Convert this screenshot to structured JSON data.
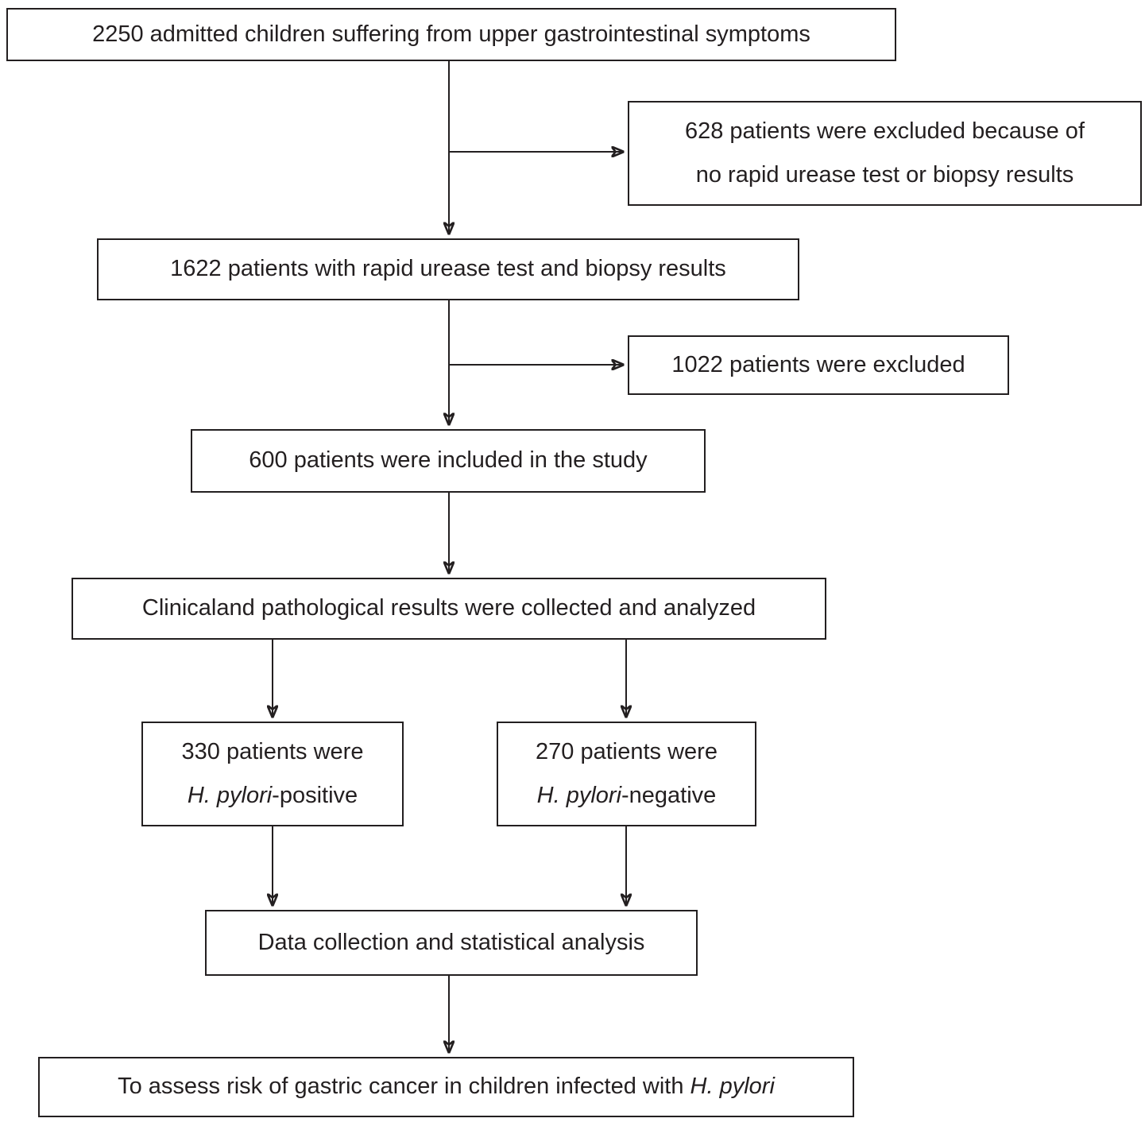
{
  "colors": {
    "line": "#231f20",
    "box_border": "#231f20",
    "text": "#231f20",
    "background": "#ffffff"
  },
  "diagram": {
    "type": "flowchart",
    "boxes": {
      "admitted": {
        "text": "2250 admitted children suffering from upper gastrointestinal symptoms"
      },
      "excluded_no_test": {
        "line1": "628 patients were excluded because of",
        "line2": "no rapid urease test or biopsy results"
      },
      "with_results": {
        "text": "1622 patients with rapid urease test and biopsy results"
      },
      "excluded_1022": {
        "text": "1022 patients were excluded"
      },
      "included": {
        "text": "600 patients were included in the study"
      },
      "collected": {
        "text": "Clinicaland pathological results were collected and analyzed"
      },
      "positive": {
        "line1": "330 patients were",
        "species": "H. pylori",
        "suffix": "-positive"
      },
      "negative": {
        "line1": "270 patients were",
        "species": "H. pylori",
        "suffix": "-negative"
      },
      "analysis": {
        "text": "Data collection and statistical analysis"
      },
      "goal": {
        "prefix": "To assess risk of gastric cancer in children infected with ",
        "species": "H. pylori"
      }
    },
    "flow": [
      "admitted -> excluded_no_test",
      "admitted -> with_results",
      "with_results -> excluded_1022",
      "with_results -> included",
      "included -> collected",
      "collected -> positive",
      "collected -> negative",
      "positive -> analysis",
      "negative -> analysis",
      "analysis -> goal"
    ]
  }
}
